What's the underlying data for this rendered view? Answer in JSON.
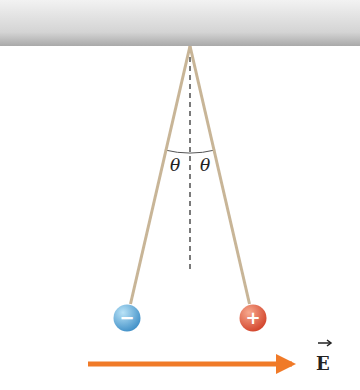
{
  "diagram": {
    "nodes": [
      {
        "text": [
          "−"
        ]
      },
      {
        "text": [
          "+"
        ]
      }
    ],
    "labels": [
      "θ",
      "θ",
      "E"
    ]
  }
}
